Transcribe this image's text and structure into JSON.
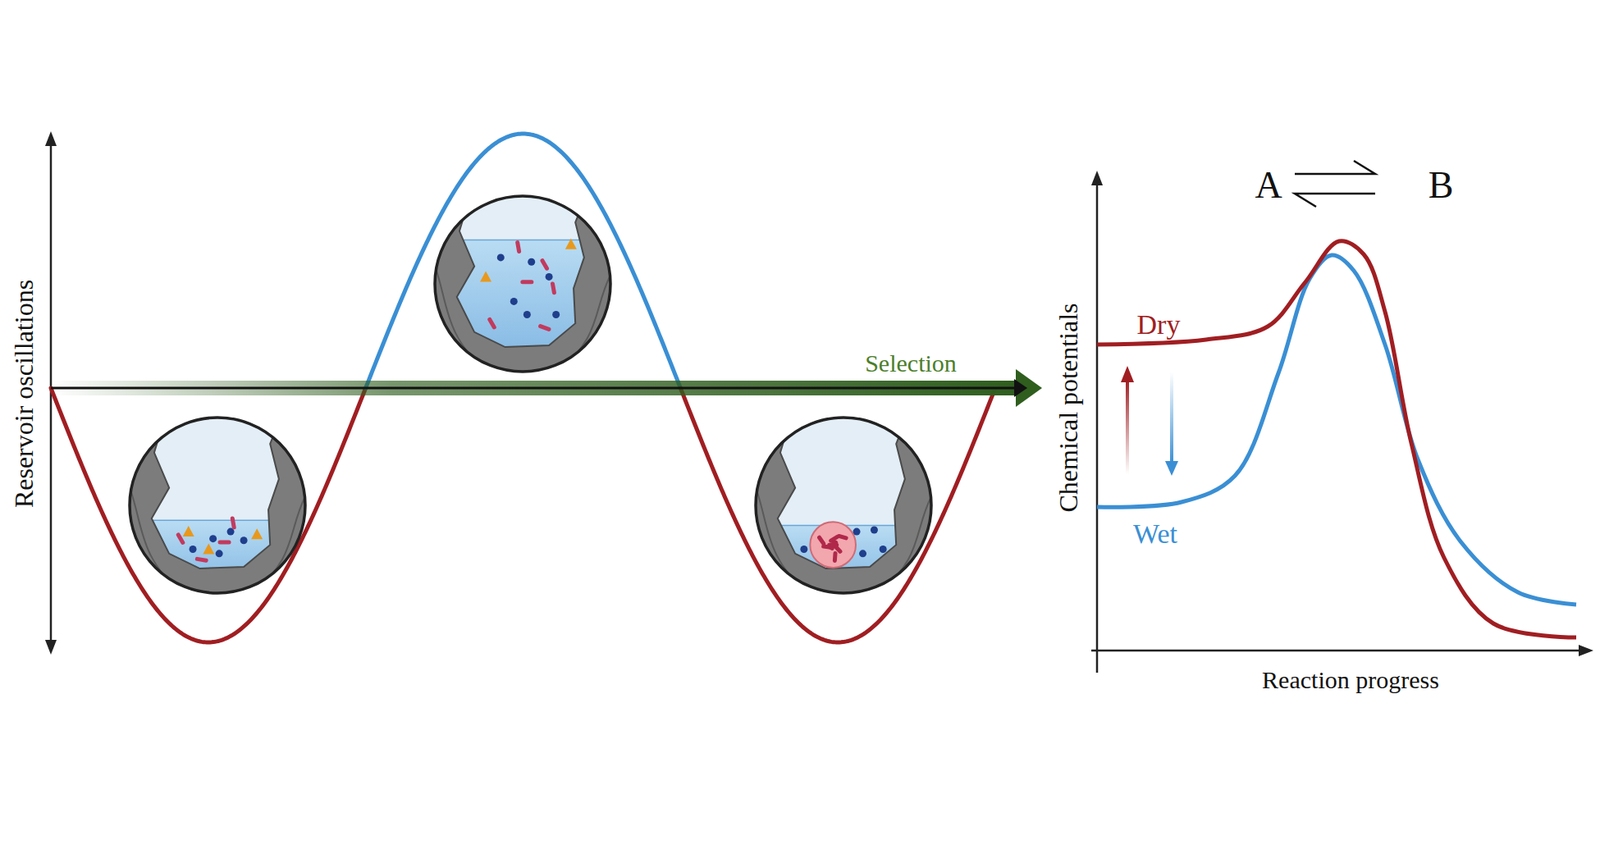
{
  "diagram": {
    "labels": [
      "Reservoir oscillations",
      "Selection",
      "A",
      "B",
      "Chemical potentials",
      "Dry",
      "Wet",
      "Reaction progress"
    ]
  }
}
